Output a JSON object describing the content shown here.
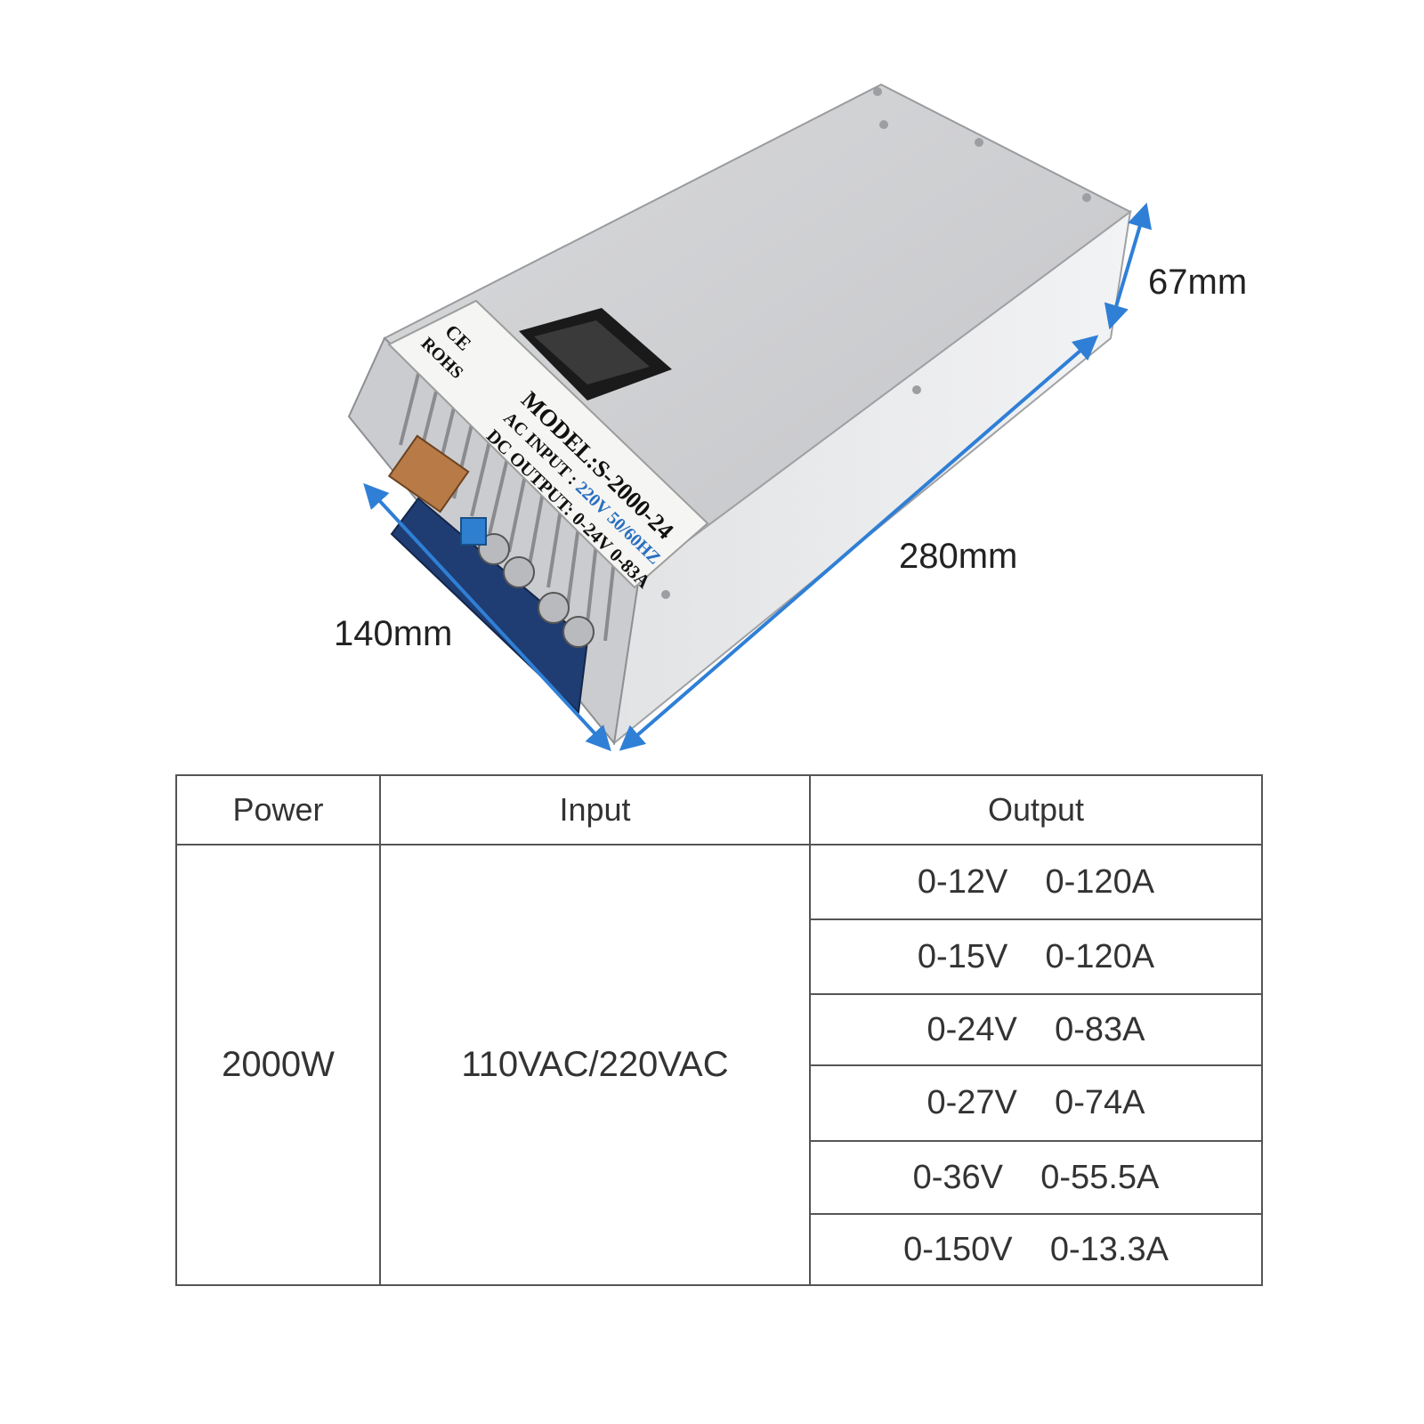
{
  "product": {
    "label": {
      "model": "MODEL:S-2000-24",
      "ac_input_prefix": "AC INPUT :",
      "ac_input_value": "220V 50/60HZ",
      "dc_output": "DC OUTPUT: 0-24V 0-83A",
      "ce": "CE",
      "rohs": "ROHS"
    },
    "dimensions": {
      "height": "67mm",
      "length": "280mm",
      "width": "140mm"
    }
  },
  "table": {
    "headers": [
      "Power",
      "Input",
      "Output"
    ],
    "power": "2000W",
    "input": "110VAC/220VAC",
    "outputs": [
      {
        "voltage": "0-12V",
        "current": "0-120A"
      },
      {
        "voltage": "0-15V",
        "current": "0-120A"
      },
      {
        "voltage": "0-24V",
        "current": "0-83A"
      },
      {
        "voltage": "0-27V",
        "current": "0-74A"
      },
      {
        "voltage": "0-36V",
        "current": "0-55.5A"
      },
      {
        "voltage": "0-150V",
        "current": "0-13.3A"
      }
    ]
  },
  "colors": {
    "dimension_arrow": "#2f7fd6",
    "metal_top": "#cfd0d2",
    "metal_side": "#e6e7e9"
  }
}
